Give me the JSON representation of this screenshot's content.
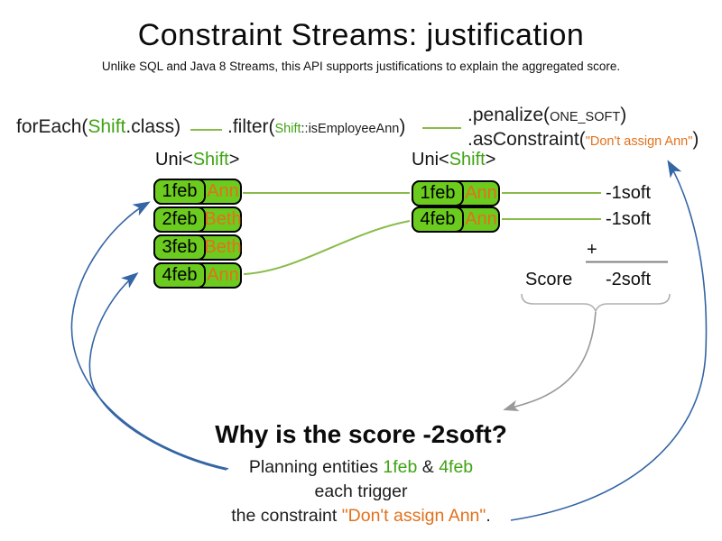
{
  "title": "Constraint Streams: justification",
  "subtitle": "Unlike SQL and Java 8 Streams, this API supports justifications to explain the aggregated score.",
  "colors": {
    "green_fill": "#6ccb1f",
    "green_text": "#3fa313",
    "green_line": "#8abb4a",
    "orange": "#e2711c",
    "blue": "#3465a4",
    "gray": "#999999",
    "text": "#1d1d1d"
  },
  "code": {
    "foreach_pre": "forEach(",
    "foreach_arg": "Shift",
    "foreach_post": ".class)",
    "filter_pre": ".filter(",
    "filter_arg_type": "Shift",
    "filter_arg_method": "::isEmployeeAnn",
    "filter_post": ")",
    "penalize_pre": ".penalize(",
    "penalize_arg": "ONE_SOFT",
    "penalize_post": ")",
    "asconstraint_pre": ".asConstraint(",
    "asconstraint_arg": "\"Don't assign Ann\"",
    "asconstraint_post": ")"
  },
  "left_stream": {
    "label_pre": "Uni<",
    "label_type": "Shift",
    "label_post": ">",
    "rows": [
      {
        "date": "1feb",
        "name": "Ann"
      },
      {
        "date": "2feb",
        "name": "Beth"
      },
      {
        "date": "3feb",
        "name": "Beth"
      },
      {
        "date": "4feb",
        "name": "Ann"
      }
    ]
  },
  "right_stream": {
    "label_pre": "Uni<",
    "label_type": "Shift",
    "label_post": ">",
    "rows": [
      {
        "date": "1feb",
        "name": "Ann",
        "penalty": "-1soft"
      },
      {
        "date": "4feb",
        "name": "Ann",
        "penalty": "-1soft"
      }
    ]
  },
  "score": {
    "plus": "+",
    "label": "Score",
    "value": "-2soft"
  },
  "explanation": {
    "heading": "Why is the score -2soft?",
    "line1_pre": "Planning entities ",
    "line1_entity1": "1feb",
    "line1_amp": " & ",
    "line1_entity2": "4feb",
    "line2": "each trigger",
    "line3_pre": "the constraint ",
    "line3_constraint": "\"Don't assign Ann\"",
    "line3_post": "."
  }
}
